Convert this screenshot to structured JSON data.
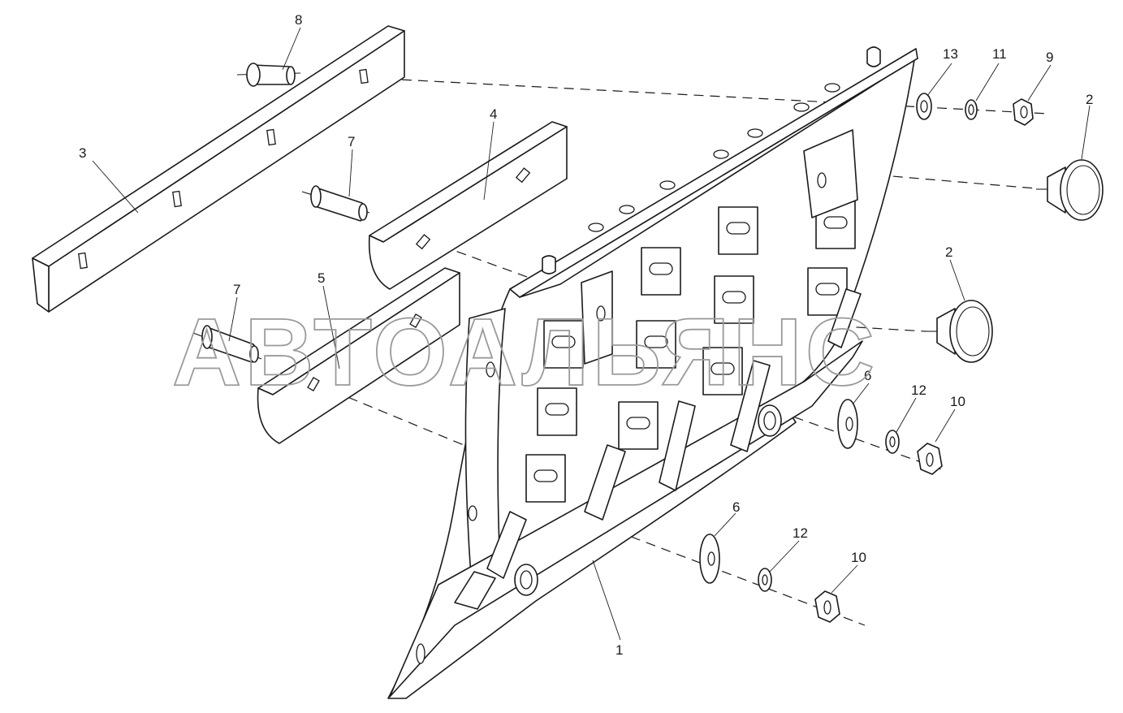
{
  "watermark": "АВТОАЛЬЯНС",
  "callouts": {
    "c1": "1",
    "c2a": "2",
    "c2b": "2",
    "c3": "3",
    "c4": "4",
    "c5": "5",
    "c6a": "6",
    "c6b": "6",
    "c7a": "7",
    "c7b": "7",
    "c8": "8",
    "c9": "9",
    "c10a": "10",
    "c10b": "10",
    "c11": "11",
    "c12a": "12",
    "c12b": "12",
    "c13": "13"
  }
}
